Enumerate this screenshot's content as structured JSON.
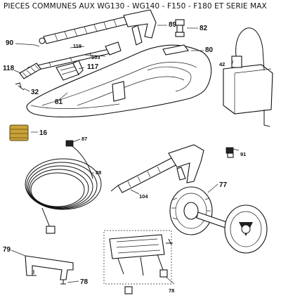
{
  "title": "PIECES COMMUNES AUX WG130 - WG140 - F150 - F180 ET SERIE MAX",
  "callouts": {
    "p90": "90",
    "p119": "119",
    "p103": "103",
    "p89": "89",
    "p82": "82",
    "p80": "80",
    "p42": "42",
    "p118": "118",
    "p117": "117",
    "p32": "32",
    "p81": "81",
    "p16": "16",
    "p87": "87",
    "p88": "88",
    "p91": "91",
    "p104": "104",
    "p77": "77",
    "p79": "79",
    "p78a": "78",
    "p78b": "78"
  },
  "colors": {
    "brass": "#c9a23a",
    "line": "#111111"
  }
}
